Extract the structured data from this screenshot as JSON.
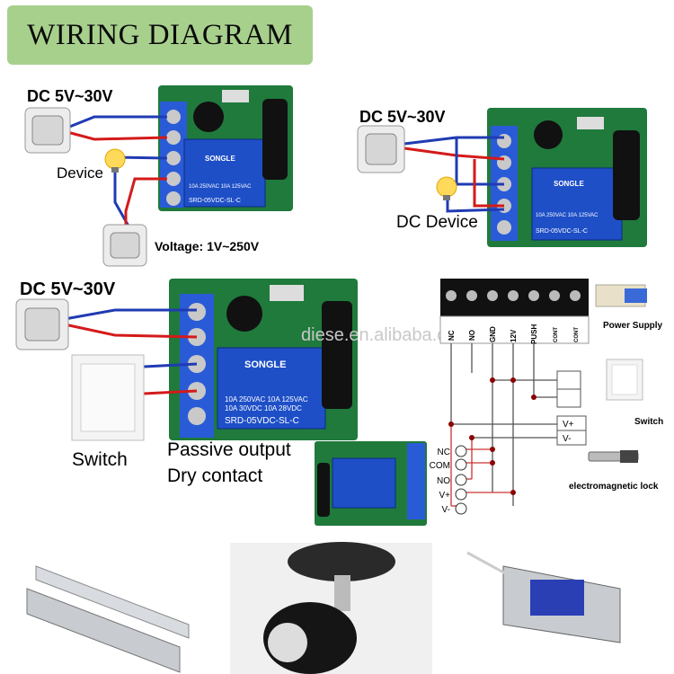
{
  "title": "WIRING DIAGRAM",
  "panel1": {
    "supply_label": "DC 5V~30V",
    "device_label": "Device",
    "voltage_label": "Voltage: 1V~250V"
  },
  "panel2": {
    "supply_label": "DC 5V~30V",
    "device_label": "DC Device"
  },
  "panel3": {
    "supply_label": "DC 5V~30V",
    "switch_label": "Switch",
    "output_line1": "Passive output",
    "output_line2": "Dry contact"
  },
  "relay": {
    "brand": "SONGLE",
    "rating1": "10A 250VAC  10A 125VAC",
    "rating2": "10A 30VDC  10A 28VDC",
    "model": "SRD-05VDC-SL-C"
  },
  "watermark": "diese.en.alibaba.com",
  "panel4": {
    "terminals": [
      "NC",
      "NO",
      "GND",
      "12V",
      "PUSH",
      "CONT",
      "CONT"
    ],
    "power_supply_label": "Power Supply",
    "switch_label": "Switch",
    "lock_label": "electromagnetic lock",
    "vplus": "V+",
    "vminus": "V-",
    "module_pins": [
      "NC",
      "COM",
      "NO",
      "V+",
      "V-"
    ]
  },
  "colors": {
    "title_bg": "#a8d08d",
    "wire_blue": "#1f3bb3",
    "wire_red": "#d41a1a",
    "board_green": "#1f7a3c",
    "terminal_blue": "#2a5bd7"
  }
}
